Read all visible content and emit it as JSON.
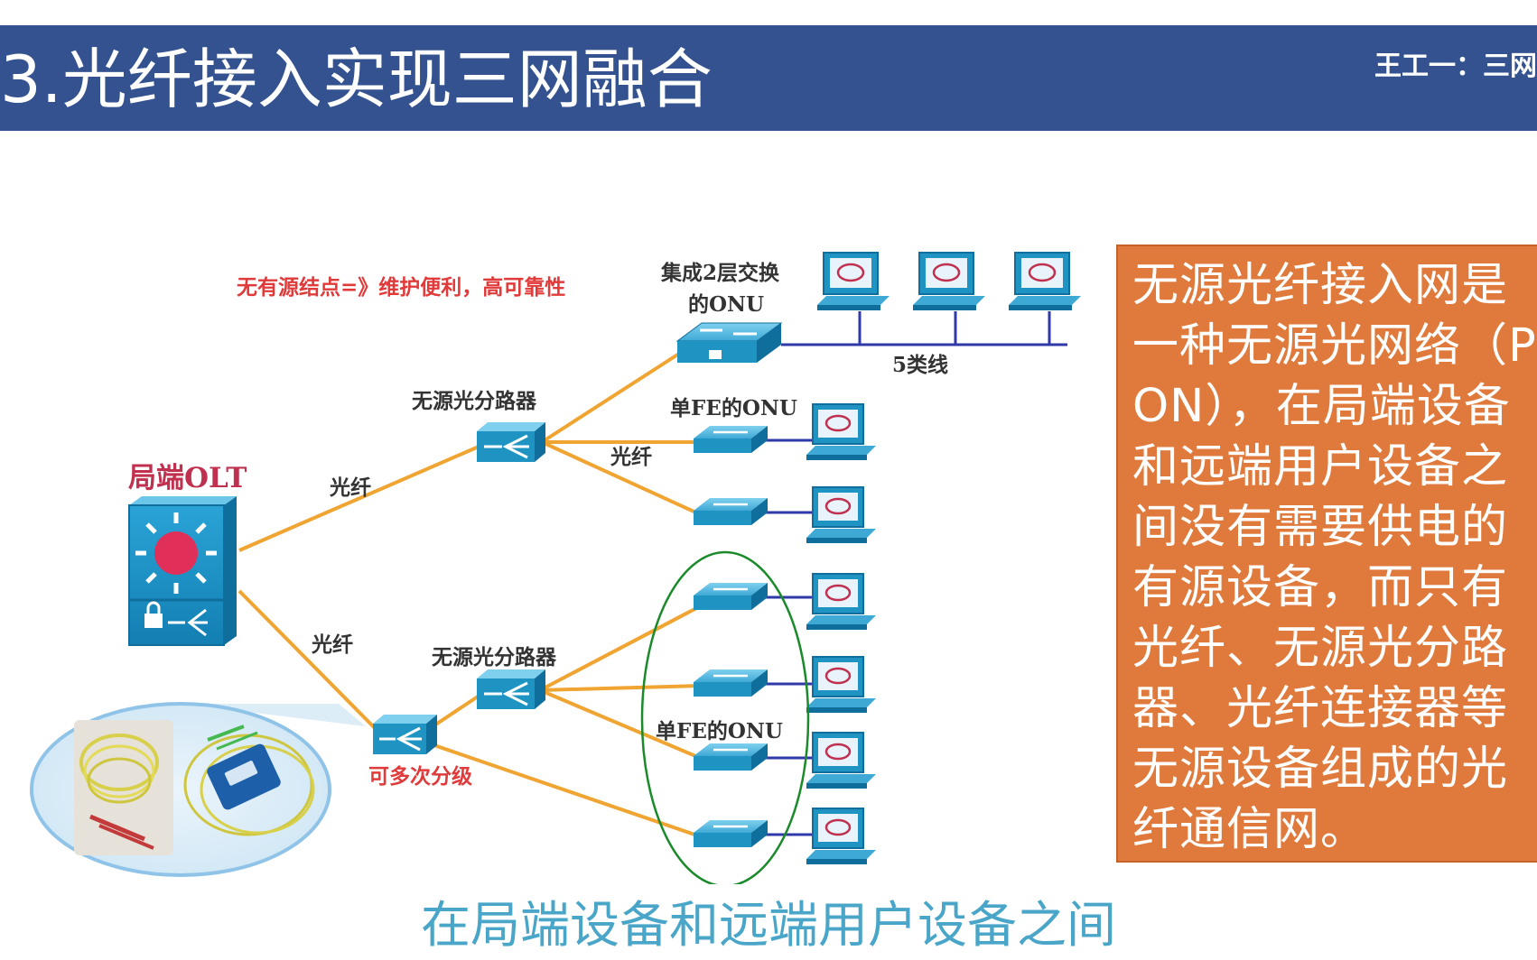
{
  "header": {
    "title": "3.光纤接入实现三网融合",
    "right_text": "王工一：三网",
    "bar_color": "#34528f"
  },
  "diagram": {
    "annotation": "无有源结点=》维护便利，高可靠性",
    "olt_label": "局端OLT",
    "fiber_label": "光纤",
    "splitter_label": "无源光分路器",
    "onu_l2_label_line1": "集成2层交换",
    "onu_l2_label_line2": "的ONU",
    "cat5_label": "5类线",
    "single_fe_onu_label": "单FE的ONU",
    "cascade_label": "可多次分级",
    "colors": {
      "fiber": "#f0a431",
      "ethernet": "#2f3aa8",
      "device": "#1f94c2",
      "annotation_red": "#e03a3a",
      "ellipse": "#1a8a2a"
    }
  },
  "info_box": {
    "text": "无源光纤接入网是一种无源光网络（PON），在局端设备和远端用户设备之间没有需要供电的有源设备，而只有光纤、无源光分路器、光纤连接器等无源设备组成的光纤通信网。",
    "bg_color": "#e07a3c"
  },
  "caption": {
    "text": "在局端设备和远端用户设备之间",
    "color": "#4aa6c8"
  }
}
